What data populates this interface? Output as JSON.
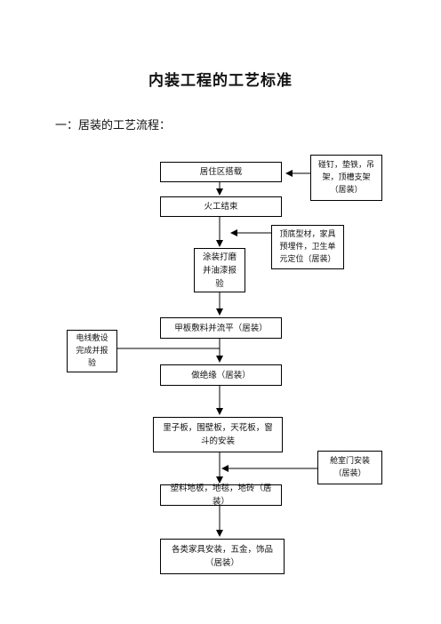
{
  "document": {
    "title": "内装工程的工艺标准",
    "section_heading": "一：居装的工艺流程："
  },
  "flowchart": {
    "steps": [
      "居住区搭载",
      "火工结束",
      "涂装打磨并油漆报验",
      "甲板敷料并流平（居装）",
      "做绝缘（居装）",
      "里子板，围壁板，天花板，窗斗的安装",
      "塑料地板，地毯，地砖（居装）",
      "各类家具安装，五金，饰品（居装）"
    ],
    "side_notes": [
      "碰钉，垫铁，吊架，顶槽支架（居装）",
      "顶底型材，家具预埋件，卫生单元定位（居装）",
      "电线敷设完成并报验",
      "舱室门安装（居装）"
    ]
  }
}
